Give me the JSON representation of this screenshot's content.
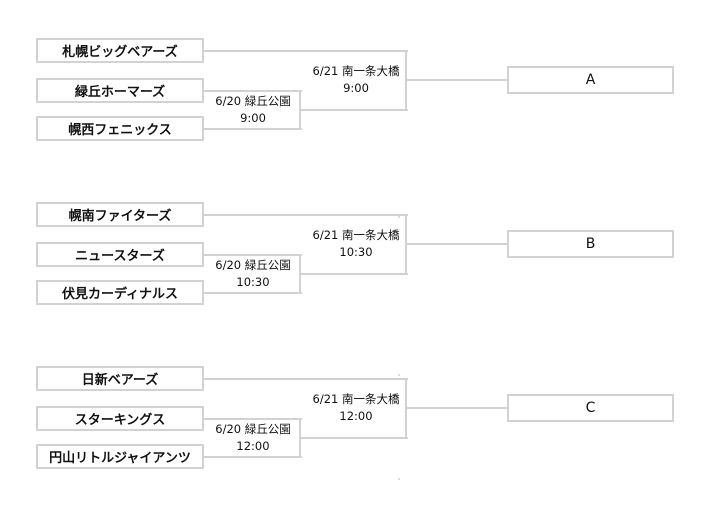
{
  "colors": {
    "line": "#d2d2d2",
    "text": "#111111",
    "background": "#ffffff"
  },
  "groups": [
    {
      "teams": [
        "札幌ビッグベアーズ",
        "緑丘ホーマーズ",
        "幌西フェニックス"
      ],
      "first_match": {
        "date_place": "6/20 緑丘公園",
        "time": "9:00"
      },
      "second_match": {
        "date_place": "6/21 南一条大橋",
        "time": "9:00"
      },
      "result": "A"
    },
    {
      "teams": [
        "幌南ファイターズ",
        "ニュースターズ",
        "伏見カーディナルス"
      ],
      "first_match": {
        "date_place": "6/20 緑丘公園",
        "time": "10:30"
      },
      "second_match": {
        "date_place": "6/21 南一条大橋",
        "time": "10:30"
      },
      "result": "B"
    },
    {
      "teams": [
        "日新ベアーズ",
        "スターキングス",
        "円山リトルジャイアンツ"
      ],
      "first_match": {
        "date_place": "6/20 緑丘公園",
        "time": "12:00"
      },
      "second_match": {
        "date_place": "6/21 南一条大橋",
        "time": "12:00"
      },
      "result": "C"
    }
  ]
}
